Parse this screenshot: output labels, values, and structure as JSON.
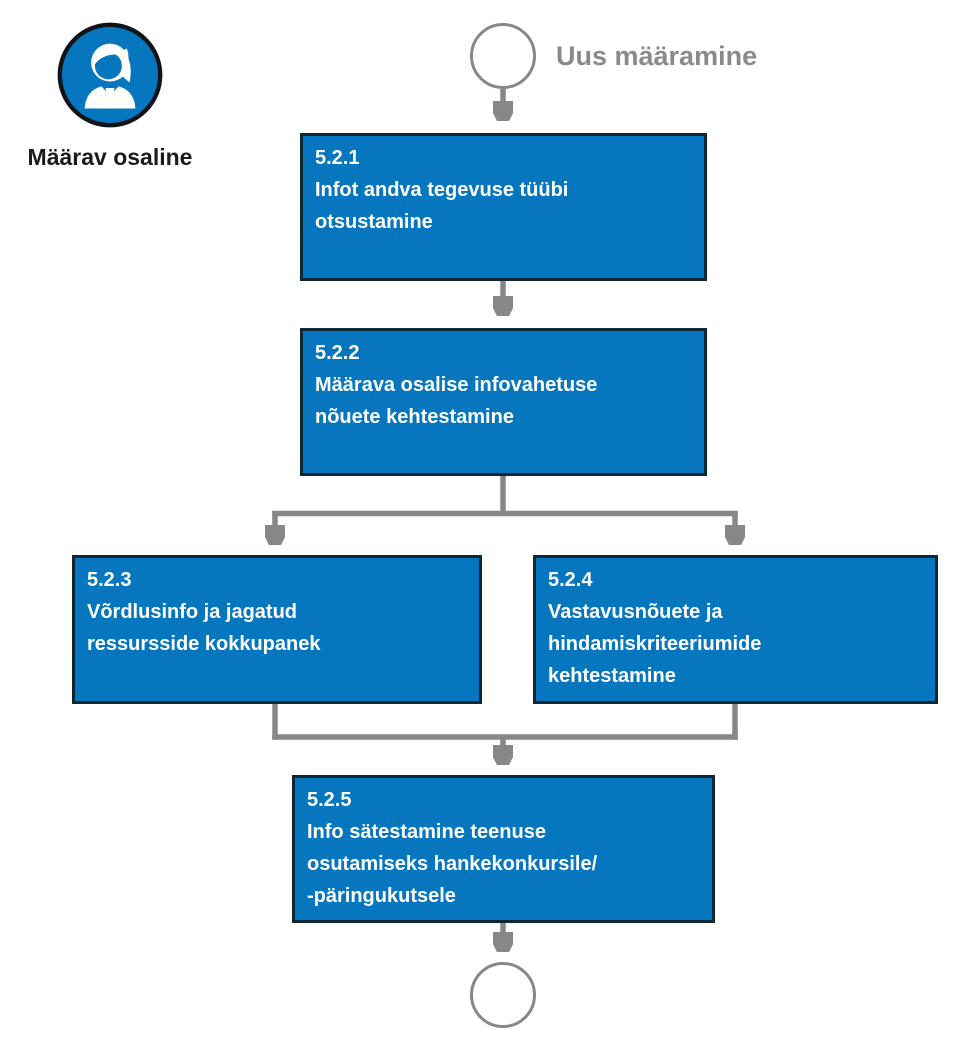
{
  "colors": {
    "node_fill": "#0677BE",
    "node_border": "#0e2735",
    "node_text": "#ffffff",
    "connector_gray": "#878787",
    "start_label_gray": "#8a8a8a",
    "actor_label_black": "#1b1b1b"
  },
  "actor": {
    "label": "Määrav osaline",
    "icon": "person-icon"
  },
  "start_event": {
    "label": "Uus määramine"
  },
  "end_event": {
    "label": ""
  },
  "nodes": [
    {
      "id": "5.2.1",
      "label": "Infot andva tegevuse tüübi\notsustamine"
    },
    {
      "id": "5.2.2",
      "label": "Määrava osalise infovahetuse\nnõuete kehtestamine"
    },
    {
      "id": "5.2.3",
      "label": "Võrdlusinfo ja jagatud\nressursside kokkupanek"
    },
    {
      "id": "5.2.4",
      "label": "Vastavusnõuete ja\nhindamiskriteeriumide\nkehtestamine"
    },
    {
      "id": "5.2.5",
      "label": "Info sätestamine teenuse\nosutamiseks hankekonkursile/\n-päringukutsele"
    }
  ]
}
